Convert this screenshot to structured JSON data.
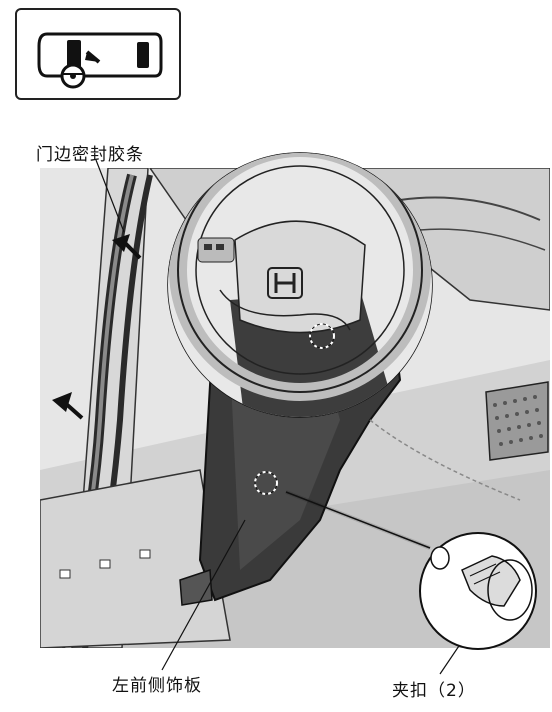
{
  "labels": {
    "door_seal": "门边密封胶条",
    "left_side_trim": "左前侧饰板",
    "clip": "夹扣（2）"
  },
  "icons": {
    "locator": "vehicle-top-view-icon",
    "arrow": "direction-arrow-icon"
  },
  "colors": {
    "line": "#1a1a1a",
    "panel_dark": "#3a3a3a",
    "panel_mid": "#bdbdbd",
    "background_mid": "#d9d9d9"
  }
}
